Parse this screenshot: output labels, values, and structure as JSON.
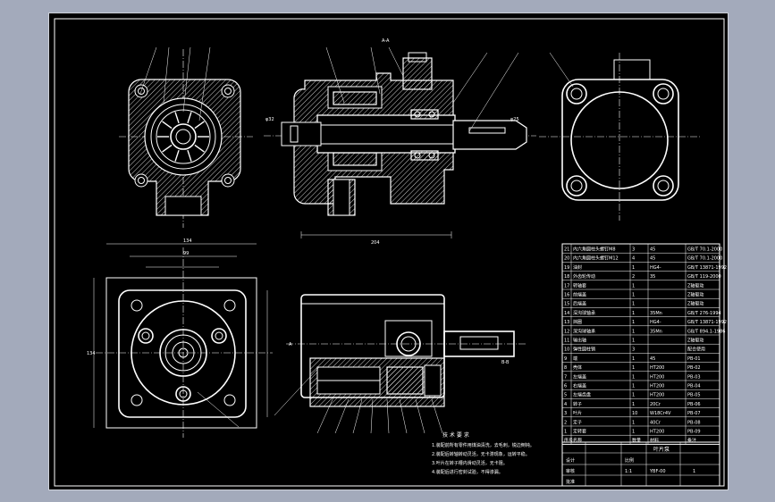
{
  "views": {
    "section_label": "A-A",
    "section_label_2": "B-B"
  },
  "parts_table": {
    "rows": [
      {
        "no": "21",
        "name": "内六角圆柱头螺钉M8",
        "qty": "3",
        "material": "45",
        "std": "GB/T 70.1-2000"
      },
      {
        "no": "20",
        "name": "内六角圆柱头螺钉M12",
        "qty": "4",
        "material": "45",
        "std": "GB/T 70.1-2000"
      },
      {
        "no": "19",
        "name": "油封",
        "qty": "1",
        "material": "HG4-",
        "std": "GB/T 13871-1992"
      },
      {
        "no": "18",
        "name": "外齿轮传动",
        "qty": "2",
        "material": "35",
        "std": "GB/T 119-2000"
      },
      {
        "no": "17",
        "name": "转轴套",
        "qty": "1",
        "material": "",
        "std": "Z轴驱动"
      },
      {
        "no": "16",
        "name": "前端盖",
        "qty": "1",
        "material": "",
        "std": "Z轴驱动"
      },
      {
        "no": "15",
        "name": "后端盖",
        "qty": "1",
        "material": "",
        "std": "Z轴驱动"
      },
      {
        "no": "14",
        "name": "深沟球轴承",
        "qty": "1",
        "material": "35Mn",
        "std": "GB/T 276-1994"
      },
      {
        "no": "13",
        "name": "挡圈",
        "qty": "1",
        "material": "HG4-",
        "std": "GB/T 13871-1992"
      },
      {
        "no": "12",
        "name": "深沟球轴承",
        "qty": "1",
        "material": "35Mn",
        "std": "GB/T 894.1-1986"
      },
      {
        "no": "11",
        "name": "输出轴",
        "qty": "1",
        "material": "",
        "std": "Z轴驱动"
      },
      {
        "no": "10",
        "name": "弹性圆柱销",
        "qty": "3",
        "material": "",
        "std": "配合使用"
      },
      {
        "no": "9",
        "name": "端",
        "qty": "1",
        "material": "45",
        "std": "PB-01"
      },
      {
        "no": "8",
        "name": "壳体",
        "qty": "1",
        "material": "HT200",
        "std": "PB-02"
      },
      {
        "no": "7",
        "name": "左端盖",
        "qty": "1",
        "material": "HT200",
        "std": "PB-03"
      },
      {
        "no": "6",
        "name": "右端盖",
        "qty": "1",
        "material": "HT200",
        "std": "PB-04"
      },
      {
        "no": "5",
        "name": "左端齿盘",
        "qty": "1",
        "material": "HT200",
        "std": "PB-05"
      },
      {
        "no": "4",
        "name": "转子",
        "qty": "1",
        "material": "20Cr",
        "std": "PB-06"
      },
      {
        "no": "3",
        "name": "叶片",
        "qty": "10",
        "material": "W18Cr4V",
        "std": "PB-07"
      },
      {
        "no": "2",
        "name": "定子",
        "qty": "1",
        "material": "40Cr",
        "std": "PB-08"
      },
      {
        "no": "1",
        "name": "定转套",
        "qty": "1",
        "material": "HT200",
        "std": "PB-09"
      }
    ],
    "header": {
      "no": "序号",
      "name": "名称",
      "qty": "数量",
      "material": "材料",
      "std": "备注"
    }
  },
  "title_block": {
    "title": "叶片泵",
    "designer": "设计",
    "checker": "审核",
    "approver": "批准",
    "drawing_no": "YBF-00",
    "scale_label": "比例",
    "scale": "1:1",
    "sheet": "1"
  },
  "tech_requirements": {
    "heading": "技 术 要 求",
    "items": [
      "1.装配前所有零件用煤油清洗，去毛刺，锐边倒钝。",
      "2.装配后转轴转动灵活，无卡滞现象，运转平稳。",
      "3.叶片在转子槽内滑动灵活，无卡阻。",
      "4.装配后进行密封试验，不得渗漏。"
    ]
  },
  "colors": {
    "background": "#a3aabb",
    "sheet": "#000000",
    "lines": "#ffffff"
  }
}
